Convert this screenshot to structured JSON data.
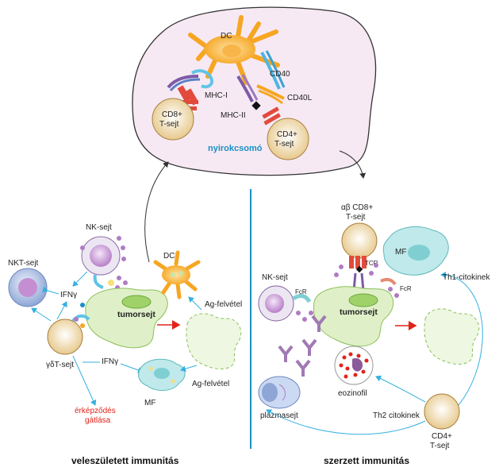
{
  "lymph_node": {
    "title": "nyirokcsomó",
    "dc": "DC",
    "mhc1": "MHC-I",
    "mhc2": "MHC-II",
    "cd40": "CD40",
    "cd40l": "CD40L",
    "cd8_line1": "CD8+",
    "cd8_line2": "T-sejt",
    "cd4_line1": "CD4+",
    "cd4_line2": "T-sejt"
  },
  "innate": {
    "section_title": "veleszületett immunitás",
    "nk": "NK-sejt",
    "nkt": "NKT-sejt",
    "ifng_1": "IFNγ",
    "ifng_2": "IFNγ",
    "gd": "γδT-sejt",
    "tumor": "tumorsejt",
    "dc": "DC",
    "ag_uptake_1": "Ag-felvétel",
    "ag_uptake_2": "Ag-felvétel",
    "mf": "MF",
    "angio_line1": "érképződés",
    "angio_line2": "gátlása"
  },
  "adaptive": {
    "section_title": "szerzett immunitás",
    "ab_line1": "αβ CD8+",
    "ab_line2": "T-sejt",
    "tcr": "TCR",
    "mf": "MF",
    "th1": "Th1-citokinek",
    "nk": "NK-sejt",
    "fcr_1": "FcR",
    "fcr_2": "FcR",
    "tumor": "tumorsejt",
    "eos": "eozinofil",
    "plasma": "plazmasejt",
    "th2": "Th2 citokinek",
    "cd4_line1": "CD4+",
    "cd4_line2": "T-sejt"
  },
  "colors": {
    "lymph_node_fill": "#f6e9f3",
    "tumor_fill": "#dff0c8",
    "divider": "#1a8fc4",
    "arrow_blue": "#33b0e0",
    "arrow_red": "#e2231a",
    "dc_orange": "#f6a623",
    "tcell_tan": "#e7c98c",
    "nk_purple": "#b77fc8",
    "mf_teal": "#bfe9ea"
  }
}
